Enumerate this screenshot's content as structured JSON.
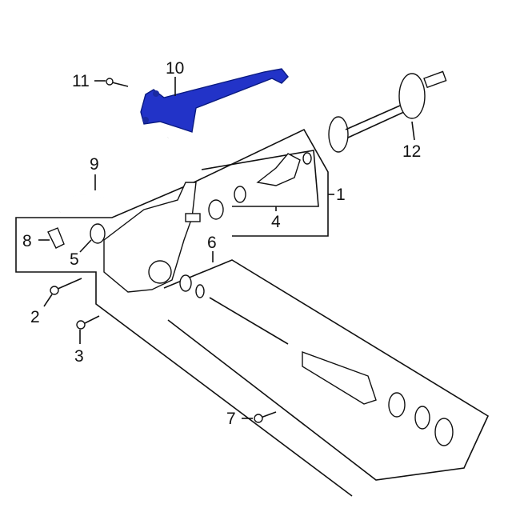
{
  "callouts": {
    "c1": "1",
    "c2": "2",
    "c3": "3",
    "c4": "4",
    "c5": "5",
    "c6": "6",
    "c7": "7",
    "c8": "8",
    "c9": "9",
    "c10": "10",
    "c11": "11",
    "c12": "12"
  },
  "colors": {
    "highlight": "#2233c8",
    "line": "#111111"
  }
}
